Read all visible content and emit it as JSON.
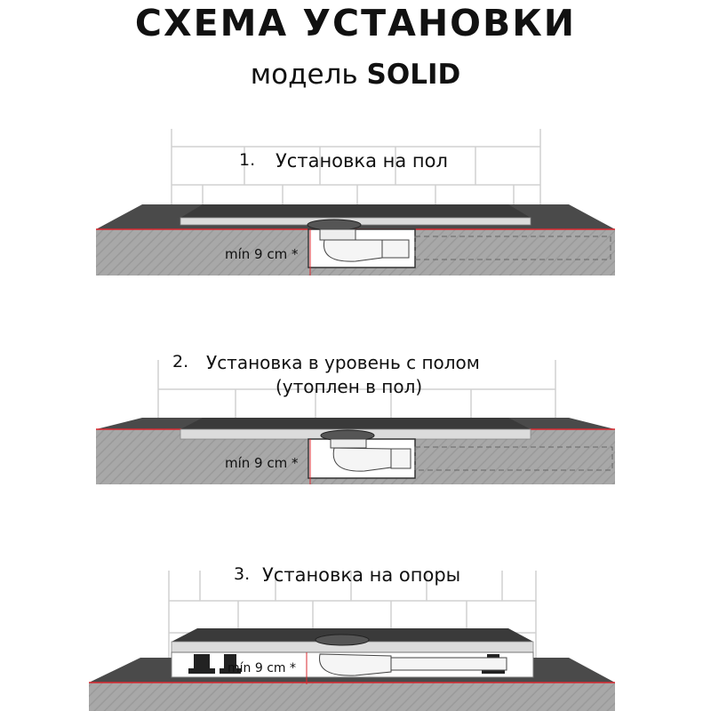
{
  "header": {
    "title": "СХЕМА УСТАНОВКИ",
    "subtitle_prefix": "модель ",
    "subtitle_model": "SOLID"
  },
  "sections": [
    {
      "number": "1.",
      "title": "Установка на пол",
      "dimension": "mín 9 cm *"
    },
    {
      "number": "2.",
      "title_line1": "Установка в уровень с полом",
      "title_line2": "(утоплен в пол)",
      "dimension": "mín 9 cm *"
    },
    {
      "number": "3.",
      "title": "Установка на опоры",
      "dimension": "mín 9 cm *"
    }
  ],
  "colors": {
    "tray": "#3b3b3b",
    "floor_top": "#4a4a4a",
    "floor_body": "#a9a9a9",
    "red_line": "#d9282f",
    "tile_line": "#cfcfcf"
  }
}
